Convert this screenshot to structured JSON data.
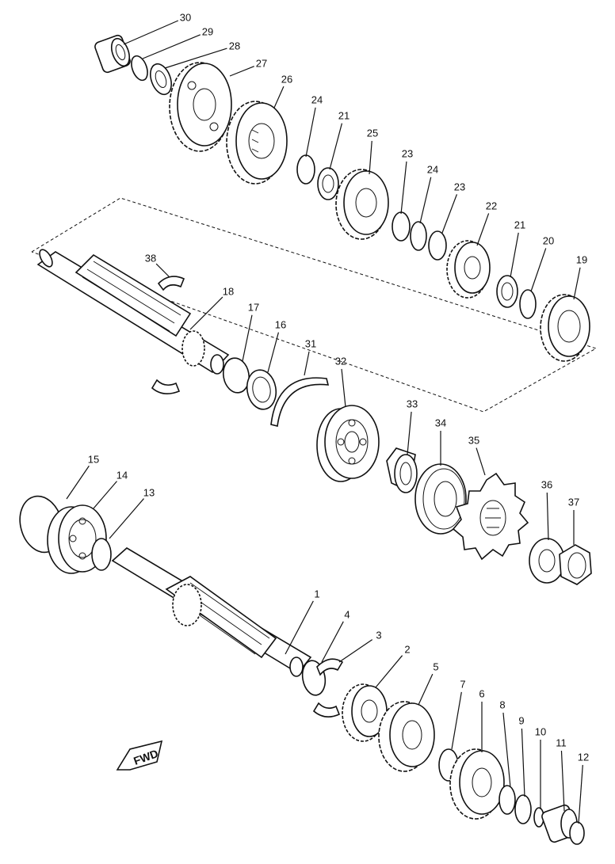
{
  "diagram": {
    "callouts": [
      {
        "id": "30",
        "label": "30"
      },
      {
        "id": "29",
        "label": "29"
      },
      {
        "id": "28",
        "label": "28"
      },
      {
        "id": "27",
        "label": "27"
      },
      {
        "id": "26",
        "label": "26"
      },
      {
        "id": "24a",
        "label": "24"
      },
      {
        "id": "21a",
        "label": "21"
      },
      {
        "id": "25",
        "label": "25"
      },
      {
        "id": "23a",
        "label": "23"
      },
      {
        "id": "24b",
        "label": "24"
      },
      {
        "id": "23b",
        "label": "23"
      },
      {
        "id": "22",
        "label": "22"
      },
      {
        "id": "21b",
        "label": "21"
      },
      {
        "id": "20",
        "label": "20"
      },
      {
        "id": "19",
        "label": "19"
      },
      {
        "id": "38",
        "label": "38"
      },
      {
        "id": "18",
        "label": "18"
      },
      {
        "id": "17",
        "label": "17"
      },
      {
        "id": "16",
        "label": "16"
      },
      {
        "id": "31",
        "label": "31"
      },
      {
        "id": "32",
        "label": "32"
      },
      {
        "id": "33",
        "label": "33"
      },
      {
        "id": "34",
        "label": "34"
      },
      {
        "id": "35",
        "label": "35"
      },
      {
        "id": "36",
        "label": "36"
      },
      {
        "id": "37",
        "label": "37"
      },
      {
        "id": "15",
        "label": "15"
      },
      {
        "id": "14",
        "label": "14"
      },
      {
        "id": "13",
        "label": "13"
      },
      {
        "id": "1",
        "label": "1"
      },
      {
        "id": "4",
        "label": "4"
      },
      {
        "id": "3",
        "label": "3"
      },
      {
        "id": "2",
        "label": "2"
      },
      {
        "id": "5",
        "label": "5"
      },
      {
        "id": "7",
        "label": "7"
      },
      {
        "id": "6",
        "label": "6"
      },
      {
        "id": "8",
        "label": "8"
      },
      {
        "id": "9",
        "label": "9"
      },
      {
        "id": "10",
        "label": "10"
      },
      {
        "id": "11",
        "label": "11"
      },
      {
        "id": "12",
        "label": "12"
      }
    ],
    "fwd_marker": {
      "label": "FWD",
      "icon": "forward-arrow-icon"
    }
  }
}
